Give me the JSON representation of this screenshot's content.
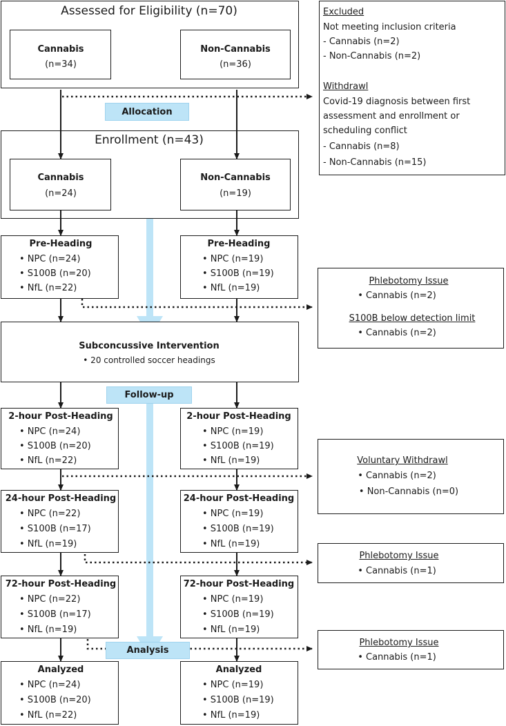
{
  "stages": {
    "allocation": "Allocation",
    "follow_up": "Follow-up",
    "analysis": "Analysis"
  },
  "assessed": {
    "title": "Assessed for Eligibility (n=70)",
    "cannabis": {
      "label": "Cannabis",
      "n": "(n=34)"
    },
    "non_cannabis": {
      "label": "Non-Cannabis",
      "n": "(n=36)"
    }
  },
  "excluded_box": {
    "heading": "Excluded",
    "lines": [
      "Not meeting inclusion criteria",
      "- Cannabis (n=2)",
      "- Non-Cannabis (n=2)"
    ],
    "withdrawl_heading": "Withdrawl",
    "withdrawl_lines": [
      "Covid-19 diagnosis between first",
      "assessment and enrollment or",
      "scheduling conflict",
      "- Cannabis (n=8)",
      "- Non-Cannabis (n=15)"
    ]
  },
  "enrollment": {
    "title": "Enrollment (n=43)",
    "cannabis": {
      "label": "Cannabis",
      "n": "(n=24)"
    },
    "non_cannabis": {
      "label": "Non-Cannabis",
      "n": "(n=19)"
    }
  },
  "pre_heading": {
    "cannabis": {
      "title": "Pre-Heading",
      "lines": [
        "• NPC (n=24)",
        "• S100B (n=20)",
        "• NfL (n=22)"
      ]
    },
    "non_cannabis": {
      "title": "Pre-Heading",
      "lines": [
        "• NPC (n=19)",
        "• S100B (n=19)",
        "• NfL (n=19)"
      ]
    }
  },
  "issue1": {
    "heading1": "Phlebotomy Issue",
    "line1": "• Cannabis (n=2)",
    "heading2": "S100B below detection limit",
    "line2": "• Cannabis (n=2)"
  },
  "intervention": {
    "title": "Subconcussive Intervention",
    "subtitle": "• 20 controlled soccer headings"
  },
  "post2": {
    "cannabis": {
      "title": "2-hour Post-Heading",
      "lines": [
        "• NPC (n=24)",
        "• S100B (n=20)",
        "• NfL (n=22)"
      ]
    },
    "non_cannabis": {
      "title": "2-hour Post-Heading",
      "lines": [
        "• NPC (n=19)",
        "• S100B (n=19)",
        "• NfL (n=19)"
      ]
    }
  },
  "voluntary": {
    "heading": "Voluntary Withdrawl",
    "line1": "• Cannabis (n=2)",
    "line2": "• Non-Cannabis (n=0)"
  },
  "post24": {
    "cannabis": {
      "title": "24-hour Post-Heading",
      "lines": [
        "• NPC (n=22)",
        "• S100B (n=17)",
        "• NfL (n=19)"
      ]
    },
    "non_cannabis": {
      "title": "24-hour Post-Heading",
      "lines": [
        "• NPC (n=19)",
        "• S100B (n=19)",
        "• NfL (n=19)"
      ]
    }
  },
  "issue2": {
    "heading": "Phlebotomy Issue",
    "line": "• Cannabis (n=1)"
  },
  "post72": {
    "cannabis": {
      "title": "72-hour Post-Heading",
      "lines": [
        "• NPC (n=22)",
        "• S100B (n=17)",
        "• NfL (n=19)"
      ]
    },
    "non_cannabis": {
      "title": "72-hour Post-Heading",
      "lines": [
        "• NPC (n=19)",
        "• S100B (n=19)",
        "• NfL (n=19)"
      ]
    }
  },
  "issue3": {
    "heading": "Phlebotomy Issue",
    "line": "• Cannabis (n=1)"
  },
  "analyzed": {
    "cannabis": {
      "title": "Analyzed",
      "lines": [
        "• NPC (n=24)",
        "• S100B (n=20)",
        "• NfL (n=22)"
      ]
    },
    "non_cannabis": {
      "title": "Analyzed",
      "lines": [
        "• NPC (n=19)",
        "• S100B (n=19)",
        "• NfL (n=19)"
      ]
    }
  }
}
